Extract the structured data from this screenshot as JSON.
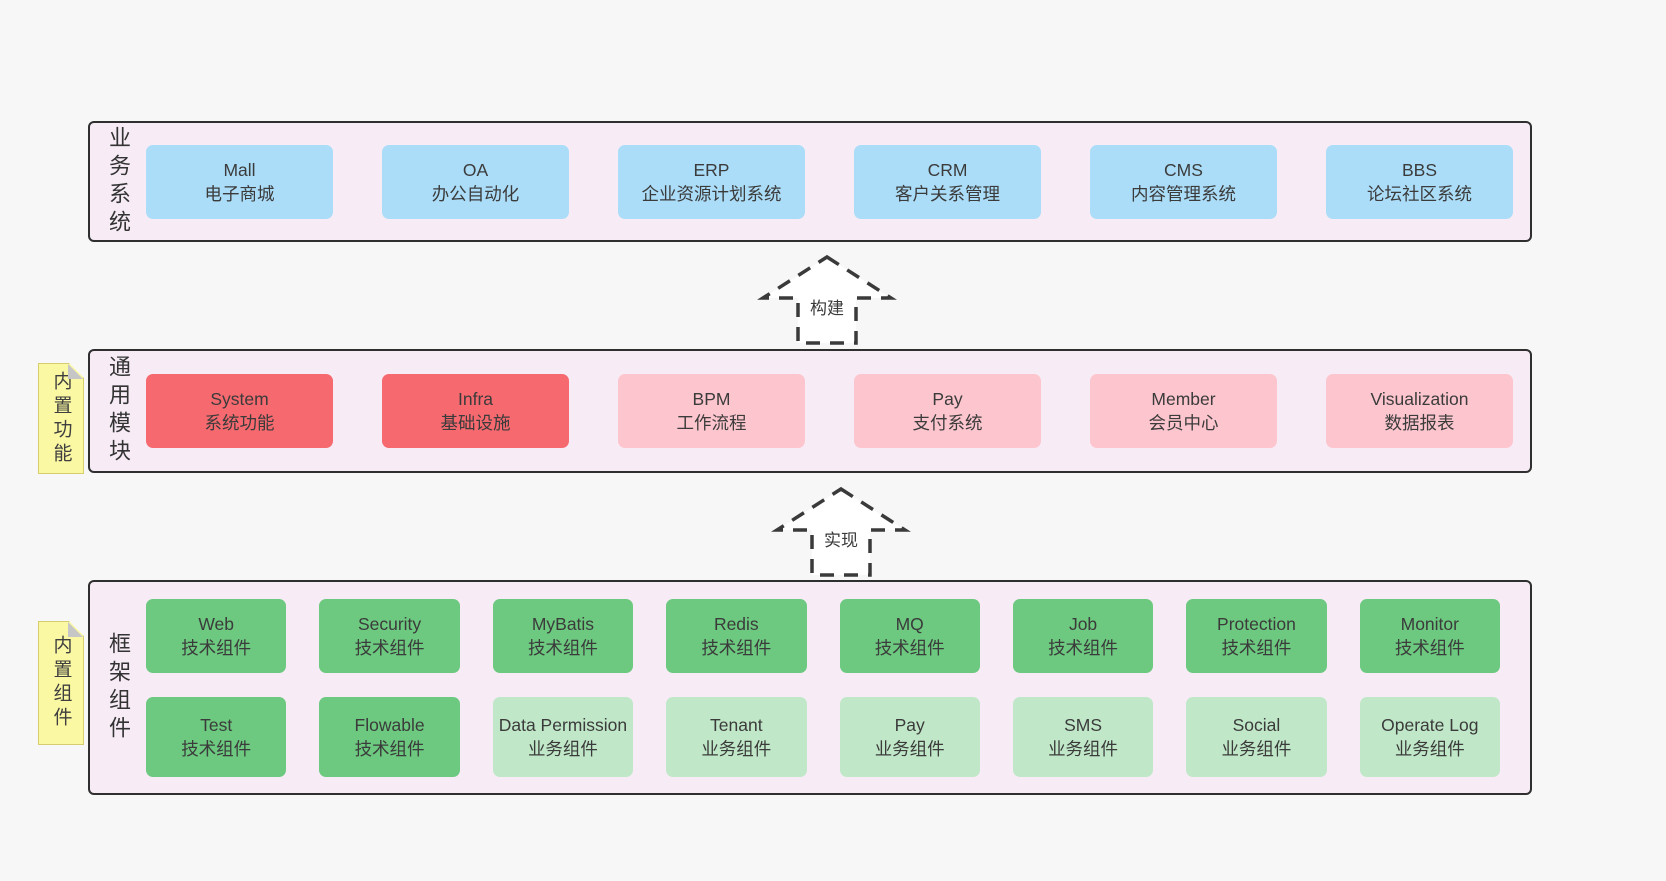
{
  "colors": {
    "page_bg": "#f7f7f7",
    "panel_bg": "#f7ecf6",
    "panel_border": "#2f2f2f",
    "blue_box": "#abddf8",
    "red_box": "#f5696f",
    "pink_box": "#fdc6ce",
    "green_box": "#6cc97f",
    "light_green_box": "#c0e8c8",
    "note_bg": "#fbf8a3",
    "text": "#3b3b3b"
  },
  "arrows": {
    "build": "构建",
    "implement": "实现"
  },
  "sections": {
    "business": {
      "label": "业务系统",
      "items": [
        {
          "name": "Mall",
          "desc": "电子商城"
        },
        {
          "name": "OA",
          "desc": "办公自动化"
        },
        {
          "name": "ERP",
          "desc": "企业资源计划系统"
        },
        {
          "name": "CRM",
          "desc": "客户关系管理"
        },
        {
          "name": "CMS",
          "desc": "内容管理系统"
        },
        {
          "name": "BBS",
          "desc": "论坛社区系统"
        }
      ]
    },
    "modules": {
      "label": "通用模块",
      "note": "内置功能",
      "items": [
        {
          "name": "System",
          "desc": "系统功能"
        },
        {
          "name": "Infra",
          "desc": "基础设施"
        },
        {
          "name": "BPM",
          "desc": "工作流程"
        },
        {
          "name": "Pay",
          "desc": "支付系统"
        },
        {
          "name": "Member",
          "desc": "会员中心"
        },
        {
          "name": "Visualization",
          "desc": "数据报表"
        }
      ]
    },
    "components": {
      "label": "框架组件",
      "note": "内置组件",
      "row1": [
        {
          "name": "Web",
          "desc": "技术组件"
        },
        {
          "name": "Security",
          "desc": "技术组件"
        },
        {
          "name": "MyBatis",
          "desc": "技术组件"
        },
        {
          "name": "Redis",
          "desc": "技术组件"
        },
        {
          "name": "MQ",
          "desc": "技术组件"
        },
        {
          "name": "Job",
          "desc": "技术组件"
        },
        {
          "name": "Protection",
          "desc": "技术组件"
        },
        {
          "name": "Monitor",
          "desc": "技术组件"
        }
      ],
      "row2": [
        {
          "name": "Test",
          "desc": "技术组件"
        },
        {
          "name": "Flowable",
          "desc": "技术组件"
        },
        {
          "name": "Data Permission",
          "desc": "业务组件"
        },
        {
          "name": "Tenant",
          "desc": "业务组件"
        },
        {
          "name": "Pay",
          "desc": "业务组件"
        },
        {
          "name": "SMS",
          "desc": "业务组件"
        },
        {
          "name": "Social",
          "desc": "业务组件"
        },
        {
          "name": "Operate Log",
          "desc": "业务组件"
        }
      ]
    }
  }
}
